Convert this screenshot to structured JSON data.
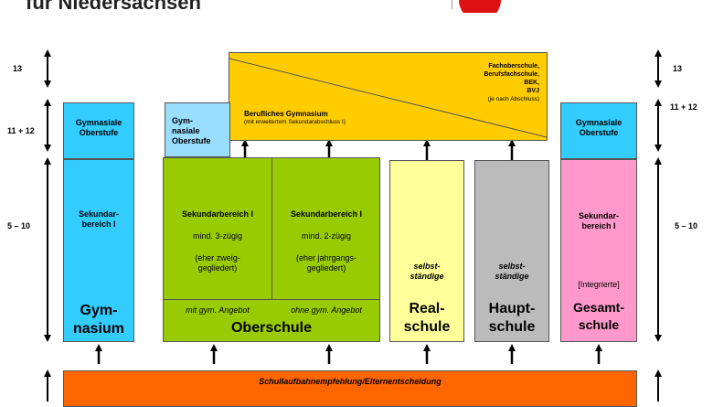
{
  "header": {
    "title": "für Niedersachsen"
  },
  "colors": {
    "cyan": "#33ccff",
    "lightcyan": "#99ddff",
    "green": "#99cc00",
    "gold": "#ffcc00",
    "lightyellow": "#ffff99",
    "gray": "#bbbbbb",
    "pink": "#ff99cc",
    "orange": "#ff6600",
    "logo_red": "#dd1111"
  },
  "years": {
    "left": {
      "y13": "13",
      "y11_12": "11 + 12",
      "y5_10": "5 – 10"
    },
    "right": {
      "y13": "13",
      "y11_12": "11 + 12",
      "y5_10": "5 – 10"
    }
  },
  "berufliches": {
    "title": "Berufliches Gymnasium",
    "subtitle": "(mit erweitertem Sekundarabschluss I)",
    "other": [
      "Fachoberschule,",
      "Berufsfachschule,",
      "BEK,",
      "BVJ"
    ],
    "other_note": "(je nach Abschluss)"
  },
  "gymnasium": {
    "oberstufe": "Gymnasiale Oberstufe",
    "sek": "Sekundar- bereich I",
    "name_1": "Gym-",
    "name_2": "nasium"
  },
  "oberschule": {
    "oberstufe": "Gym- nasiale Oberstufe",
    "left": {
      "title": "Sekundarbereich I",
      "line1": "mind. 3-zügig",
      "line2": "(eher zweig- gegliedert)",
      "angebot": "mit gym. Angebot"
    },
    "right": {
      "title": "Sekundarbereich I",
      "line1": "mind. 2-zügig",
      "line2": "(eher jahrgangs- gegliedert)",
      "angebot": "ohne gym. Angebot"
    },
    "name": "Oberschule"
  },
  "realschule": {
    "note": "selbst- ständige",
    "name_1": "Real-",
    "name_2": "schule"
  },
  "hauptschule": {
    "note": "selbst- ständige",
    "name_1": "Haupt-",
    "name_2": "schule"
  },
  "gesamtschule": {
    "oberstufe": "Gymnasiale Oberstufe",
    "sek": "Sekundar- bereich I",
    "note": "[Integrierte]",
    "name_1": "Gesamt-",
    "name_2": "schule"
  },
  "bottom_bar": "Schullaufbahnempfehlung/Elternentscheidung"
}
